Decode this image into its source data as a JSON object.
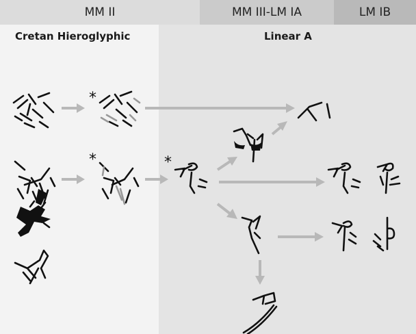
{
  "periods": [
    {
      "label": "MM II"
    },
    {
      "label": "MM III-LM IA"
    },
    {
      "label": "LM IB"
    }
  ],
  "scripts": {
    "left": "Cretan Hieroglyphic",
    "right": "Linear A"
  },
  "markers": {
    "asterisk": "*"
  }
}
